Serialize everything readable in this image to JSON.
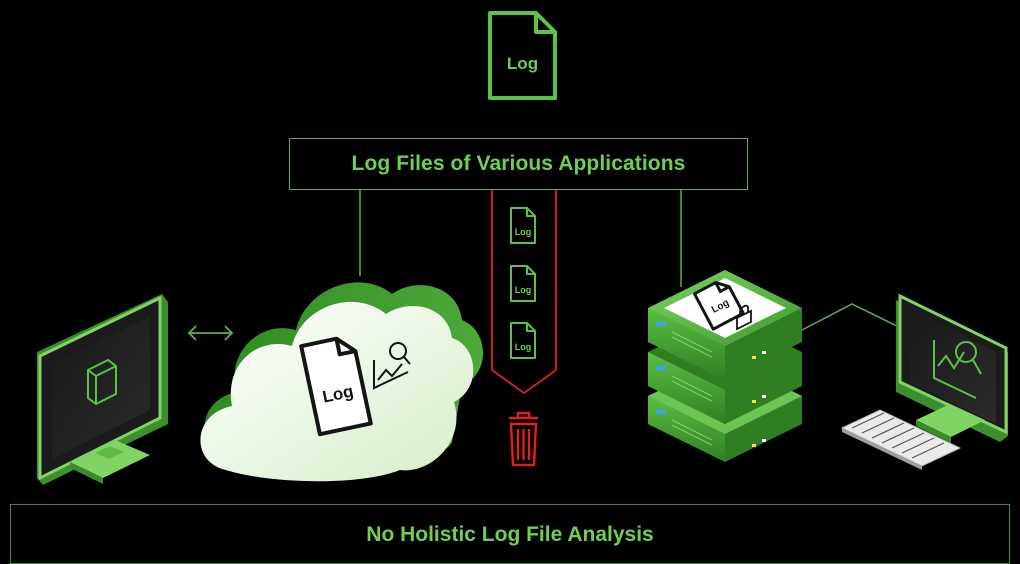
{
  "top_icon": {
    "icon": "log-file-icon",
    "label": "Log"
  },
  "header": {
    "title": "Log Files of Various Applications"
  },
  "cloud": {
    "file_label": "Log",
    "chart_icon": "analytics-magnifier-icon"
  },
  "discard_channel": {
    "files": [
      {
        "label": "Log"
      },
      {
        "label": "Log"
      },
      {
        "label": "Log"
      }
    ],
    "trash_icon": "trash-icon"
  },
  "server": {
    "file_label": "Log",
    "lock_icon": "lock-icon"
  },
  "left_monitor": {
    "screen_icon": "cube-icon"
  },
  "right_monitor": {
    "screen_icon": "analytics-magnifier-icon"
  },
  "footer": {
    "title": "No Holistic Log File Analysis"
  },
  "colors": {
    "background": "#000000",
    "accent_green": "#6dd04e",
    "frame_green": "#58b646",
    "alert_red": "#e0201b"
  }
}
